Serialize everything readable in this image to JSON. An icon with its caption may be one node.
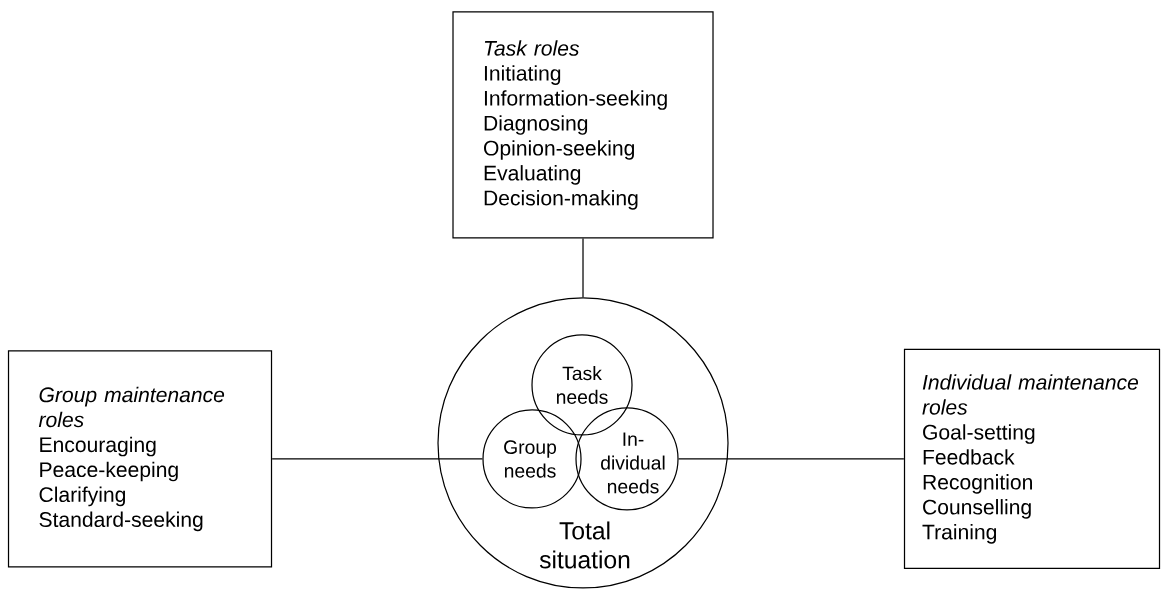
{
  "diagram": {
    "nodes": [
      {
        "text": [
          "Task roles",
          "Initiating",
          "Information-seeking",
          "Diagnosing",
          "Opinion-seeking",
          "Evaluating",
          "Decision-making"
        ]
      },
      {
        "text": [
          "Group maintenance roles",
          "Encouraging",
          "Peace-keeping",
          "Clarifying",
          "Standard-seeking"
        ]
      },
      {
        "text": [
          "Total situation"
        ]
      },
      {
        "text": [
          "Task needs"
        ],
        "in": 2
      },
      {
        "text": [
          "Group needs"
        ],
        "in": 2
      },
      {
        "text": [
          "In- dividual needs"
        ],
        "in": 2
      },
      {
        "text": [
          "Individual maintenance roles",
          "Goal-setting",
          "Feedback",
          "Recognition",
          "Counselling",
          "Training"
        ]
      }
    ],
    "edges": [
      {
        "from": 0,
        "to": 2,
        "arrow": "none"
      },
      {
        "from": 1,
        "to": 4,
        "arrow": "none"
      },
      {
        "from": 5,
        "to": 6,
        "arrow": "none"
      }
    ]
  }
}
